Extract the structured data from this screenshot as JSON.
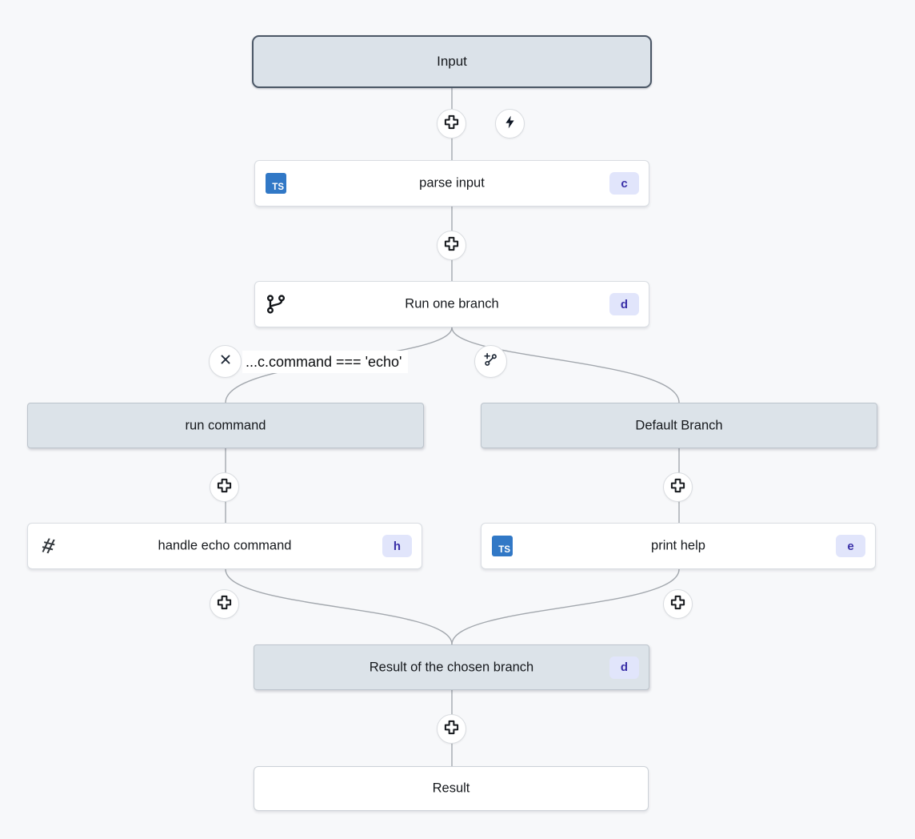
{
  "colors": {
    "canvas_bg": "#f7f8fa",
    "node_bg": "#ffffff",
    "header_bg": "#dce3e9",
    "selected_border": "#4b5766",
    "edge": "#a3a8ae",
    "badge_bg": "#e1e5fb",
    "badge_text": "#3a30a8",
    "ts_blue": "#3178c6"
  },
  "nodes": {
    "input": {
      "label": "Input"
    },
    "parse_input": {
      "label": "parse input",
      "badge": "c"
    },
    "run_one_branch": {
      "label": "Run one branch",
      "badge": "d"
    },
    "run_command": {
      "label": "run command"
    },
    "default_branch": {
      "label": "Default Branch"
    },
    "handle_echo": {
      "label": "handle echo command",
      "badge": "h"
    },
    "print_help": {
      "label": "print help",
      "badge": "e"
    },
    "branch_result": {
      "label": "Result of the chosen branch",
      "badge": "d"
    },
    "result": {
      "label": "Result"
    }
  },
  "condition": {
    "label": "...c.command === 'echo'"
  },
  "icons": {
    "typescript": "TS",
    "bash": "#"
  }
}
